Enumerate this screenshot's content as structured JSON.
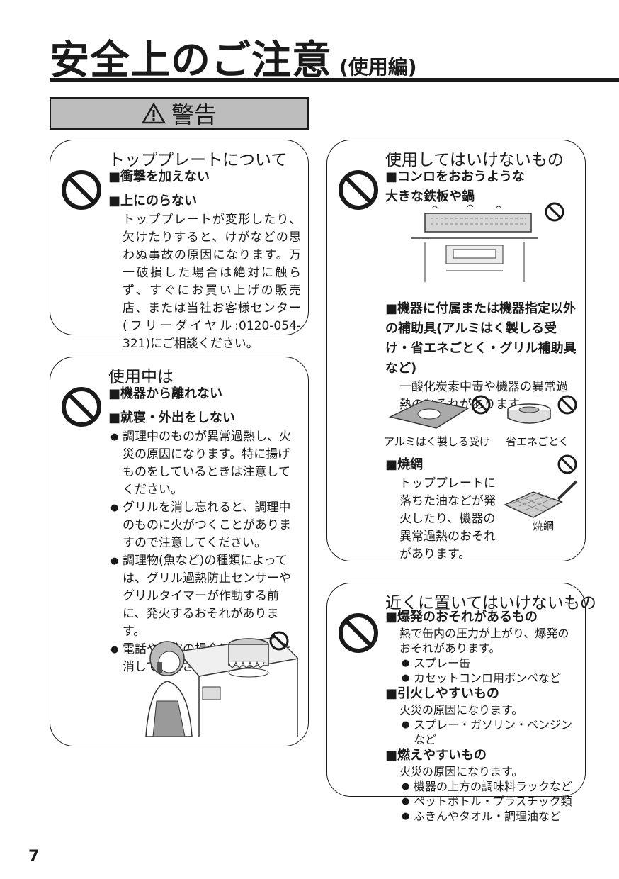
{
  "title": {
    "main": "安全上のご注意",
    "sub": "(使用編)"
  },
  "warning_label": "警告",
  "box1": {
    "title": "トッププレートについて",
    "items": [
      {
        "head": "■衝撃を加えない"
      },
      {
        "head": "■上にのらない",
        "body": "トッププレートが変形したり、欠けたりすると、けがなどの思わぬ事故の原因になります。万一破損した場合は絶対に触らず、すぐにお買い上げの販売店、または当社お客様センター(フリーダイヤル:0120-054-321)にご相談ください。"
      }
    ]
  },
  "box2": {
    "title": "使用中は",
    "items": [
      {
        "head": "■機器から離れない"
      },
      {
        "head": "■就寝・外出をしない"
      }
    ],
    "bullets": [
      "調理中のものが異常過熱し、火災の原因になります。特に揚げものをしているときは注意してください。",
      "グリルを消し忘れると、調理中のものに火がつくことがありますので注意してください。",
      "調理物(魚など)の種類によっては、グリル過熱防止センサーやグリルタイマーが作動する前に、発火するおそれがあります。",
      "電話や来客の場合は、必ず火を消してください。"
    ]
  },
  "box3": {
    "title": "使用してはいけないもの",
    "item1_head": "■コンロをおおうような大きな鉄板や鍋",
    "item2_head": "■機器に付属または機器指定以外の補助具(アルミはく製しる受け・省エネごとく・グリル補助具など)",
    "item2_body": "一酸化炭素中毒や機器の異常過熱のおそれがあります。",
    "cap_foil": "アルミはく製しる受け",
    "cap_gotoku": "省エネごとく",
    "item3_head": "■焼網",
    "item3_body": "トッププレートに落ちた油などが発火したり、機器の異常過熱のおそれがあります。",
    "cap_net": "焼網"
  },
  "box4": {
    "title": "近くに置いてはいけないもの",
    "g1_head": "■爆発のおそれがあるもの",
    "g1_body": "熱で缶内の圧力が上がり、爆発のおそれがあります。",
    "g1_bullets": [
      "スプレー缶",
      "カセットコンロ用ボンベなど"
    ],
    "g2_head": "■引火しやすいもの",
    "g2_body": "火災の原因になります。",
    "g2_bullets": [
      "スプレー・ガソリン・ベンジンなど"
    ],
    "g3_head": "■燃えやすいもの",
    "g3_body": "火災の原因になります。",
    "g3_bullets": [
      "機器の上方の調味料ラックなど",
      "ペットボトル・プラスチック類",
      "ふきんやタオル・調理油など"
    ]
  },
  "page_number": "7"
}
